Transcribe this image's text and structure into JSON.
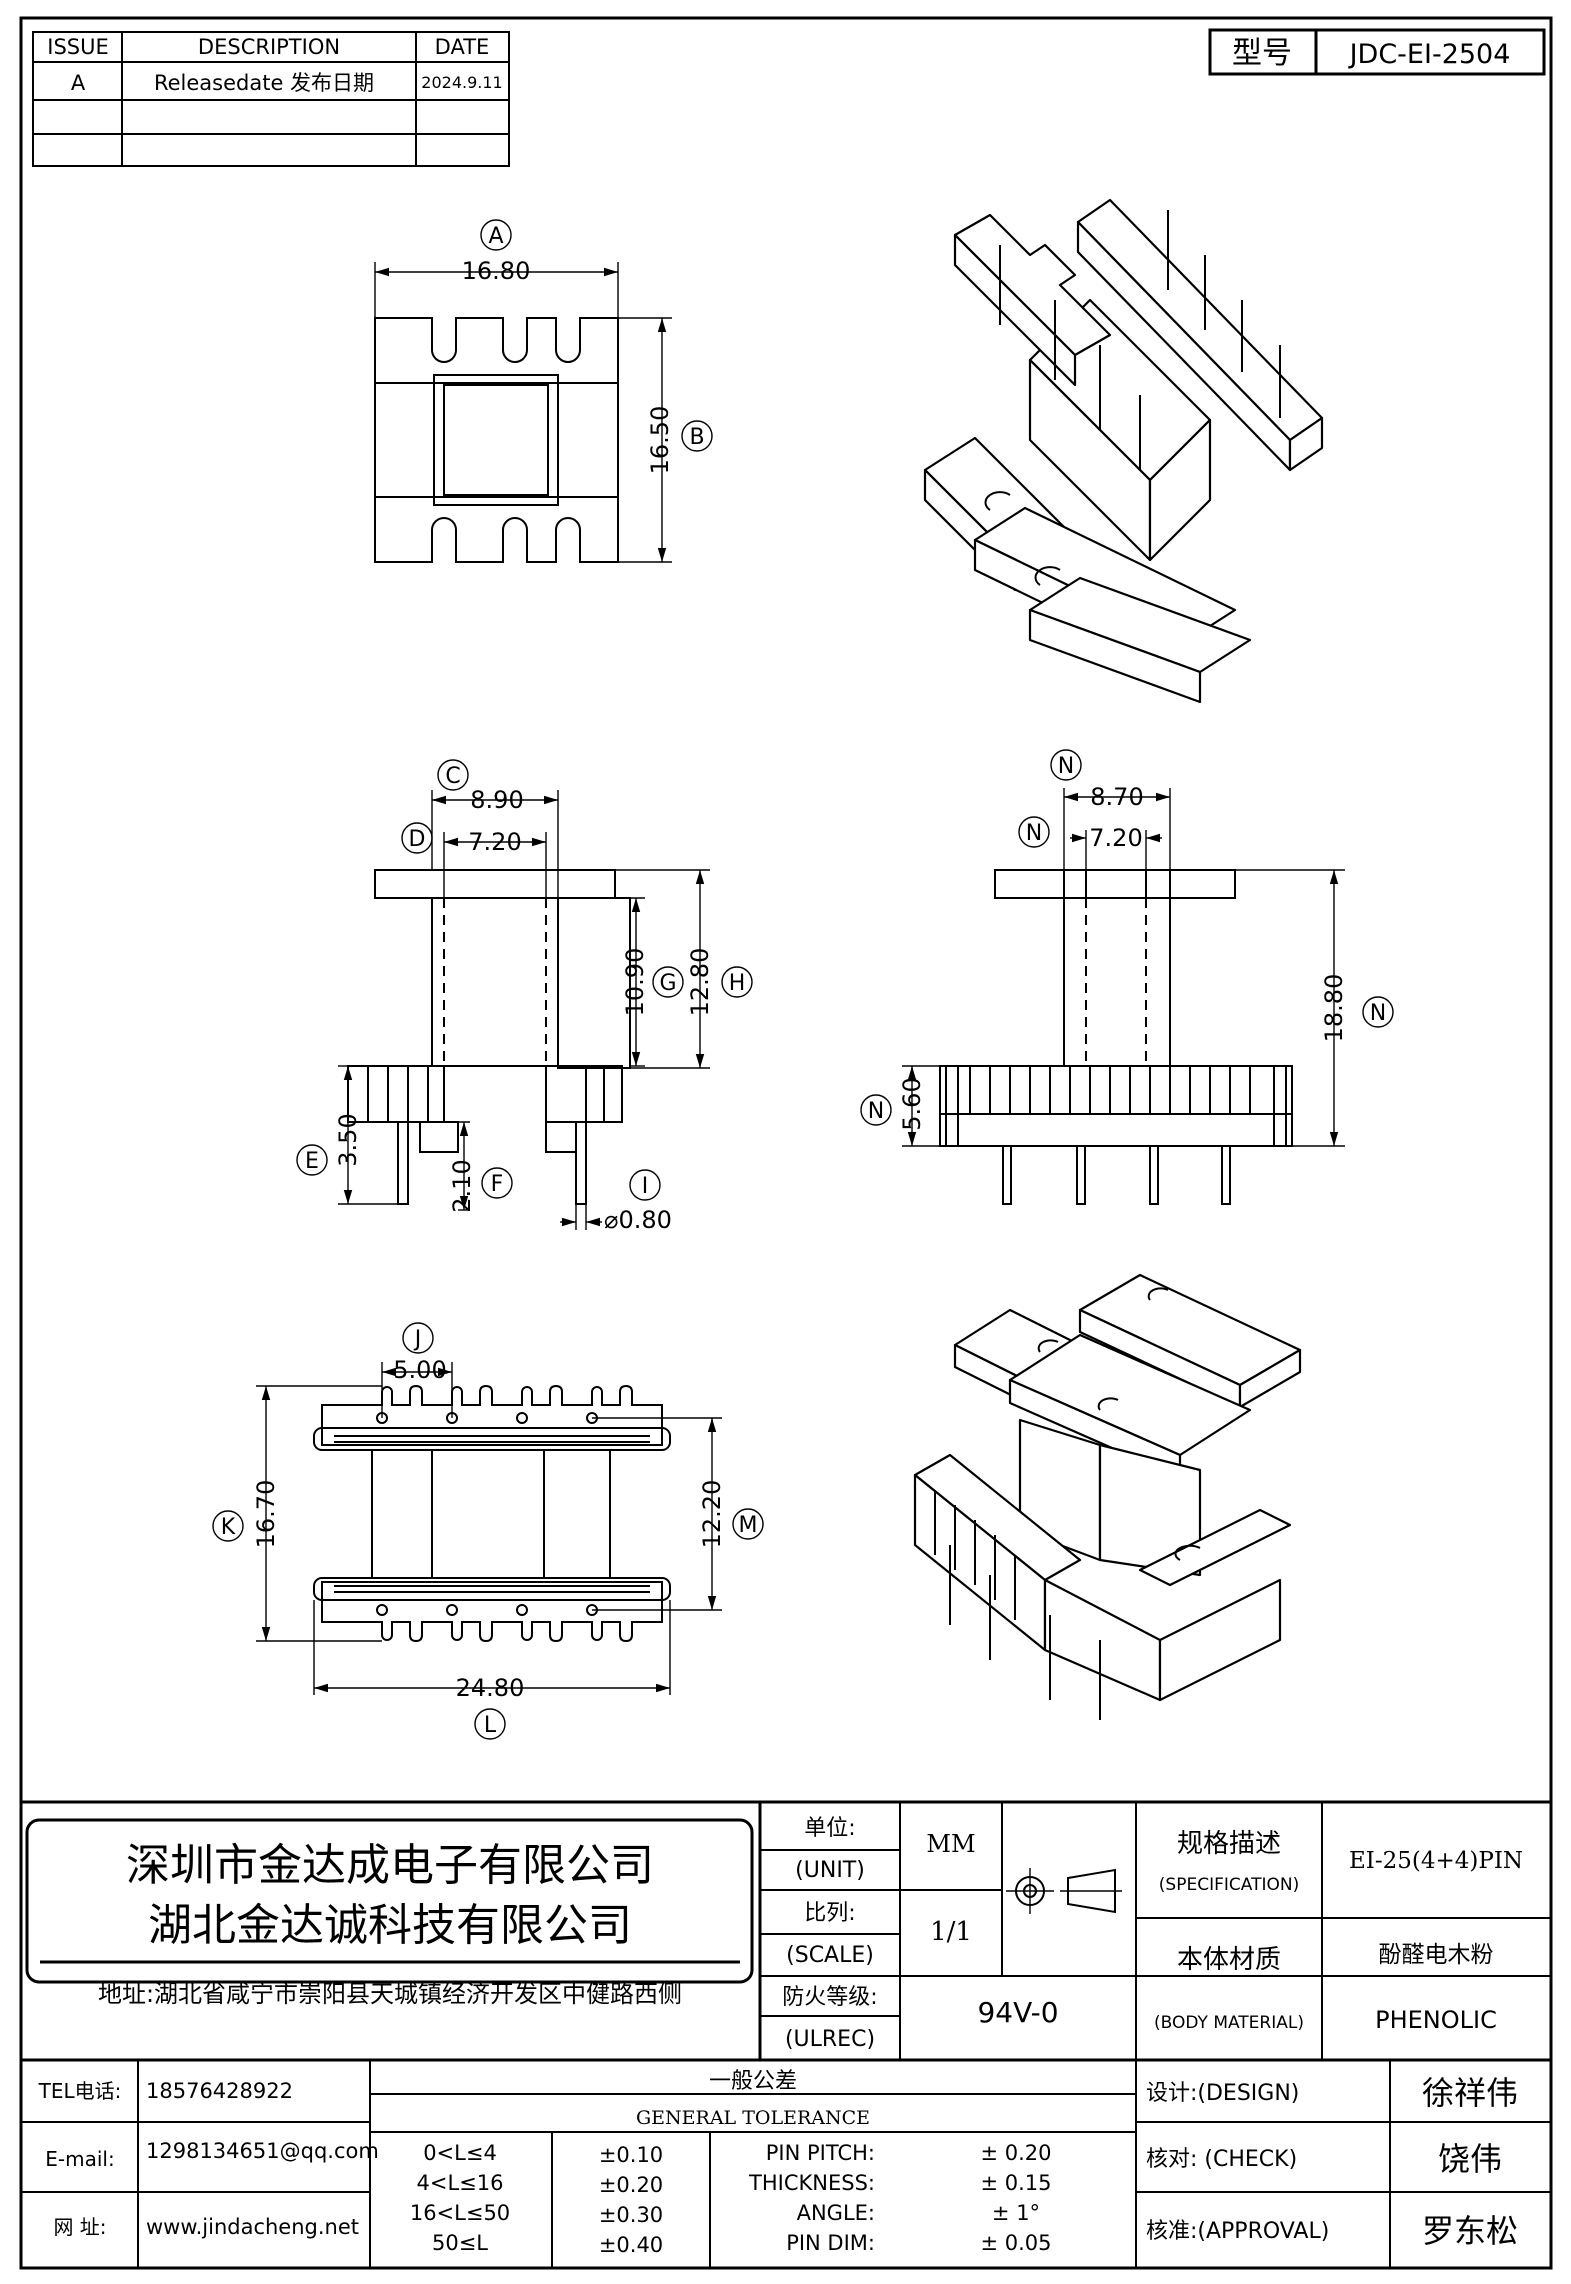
{
  "revision_table": {
    "headers": [
      "ISSUE",
      "DESCRIPTION",
      "DATE"
    ],
    "rows": [
      {
        "issue": "A",
        "description": "Releasedate 发布日期",
        "date": "2024.9.11"
      }
    ]
  },
  "model": {
    "label": "型号",
    "value": "JDC-EI-2504"
  },
  "view_top": {
    "width": {
      "letter": "A",
      "value": "16.80"
    },
    "height": {
      "letter": "B",
      "value": "16.50"
    }
  },
  "view_front": {
    "c": {
      "letter": "C",
      "value": "8.90"
    },
    "d": {
      "letter": "D",
      "value": "7.20"
    },
    "g": {
      "letter": "G",
      "value": "10.90"
    },
    "h": {
      "letter": "H",
      "value": "12.80"
    },
    "e": {
      "letter": "E",
      "value": "3.50"
    },
    "f": {
      "letter": "F",
      "value": "2.10"
    },
    "i": {
      "letter": "I",
      "value": "⌀0.80"
    }
  },
  "view_side": {
    "outer": {
      "letter": "N",
      "value": "8.70"
    },
    "inner": {
      "letter": "N",
      "value": "7.20"
    },
    "height": {
      "letter": "N",
      "value": "18.80"
    },
    "base": {
      "letter": "N",
      "value": "5.60"
    }
  },
  "view_bottom": {
    "pitch": {
      "letter": "J",
      "value": "5.00"
    },
    "height": {
      "letter": "K",
      "value": "16.70"
    },
    "inner": {
      "letter": "M",
      "value": "12.20"
    },
    "width": {
      "letter": "L",
      "value": "24.80"
    }
  },
  "company": {
    "name1": "深圳市金达成电子有限公司",
    "name2": "湖北金达诚科技有限公司",
    "address": "地址:湖北省咸宁市崇阳县天城镇经济开发区中健路西侧"
  },
  "unit": {
    "label_cn": "单位:",
    "label_en": "(UNIT)",
    "value": "MM"
  },
  "scale": {
    "label_cn": "比列:",
    "label_en": "(SCALE)",
    "value": "1/1"
  },
  "ulrec": {
    "label_cn": "防火等级:",
    "label_en": "(ULREC)",
    "value": "94V-0"
  },
  "spec": {
    "label_cn": "规格描述",
    "label_en": "(SPECIFICATION)",
    "value": "EI-25(4+4)PIN"
  },
  "material": {
    "label_cn": "本体材质",
    "label_en": "(BODY MATERIAL)",
    "value_cn": "酚醛电木粉",
    "value_en": "PHENOLIC"
  },
  "contact": {
    "tel_label": "TEL电话:",
    "tel": "18576428922",
    "email_label": "E-mail:",
    "email": "1298134651@qq.com",
    "web_label": "网 址:",
    "web": "www.jindacheng.net"
  },
  "tolerance": {
    "title_cn": "一般公差",
    "title_en": "GENERAL TOLERANCE",
    "ranges": [
      {
        "range": "0<L≤4",
        "tol": "±0.10"
      },
      {
        "range": "4<L≤16",
        "tol": "±0.20"
      },
      {
        "range": "16<L≤50",
        "tol": "±0.30"
      },
      {
        "range": "50≤L",
        "tol": "±0.40"
      }
    ],
    "items": [
      {
        "name": "PIN PITCH:",
        "value": "± 0.20"
      },
      {
        "name": "THICKNESS:",
        "value": "± 0.15"
      },
      {
        "name": "ANGLE:",
        "value": "± 1°"
      },
      {
        "name": "PIN DIM:",
        "value": "± 0.05"
      }
    ]
  },
  "approvals": [
    {
      "label": "设计:(DESIGN)",
      "name": "徐祥伟"
    },
    {
      "label": "核对: (CHECK)",
      "name": "饶伟"
    },
    {
      "label": "核准:(APPROVAL)",
      "name": "罗东松"
    }
  ]
}
